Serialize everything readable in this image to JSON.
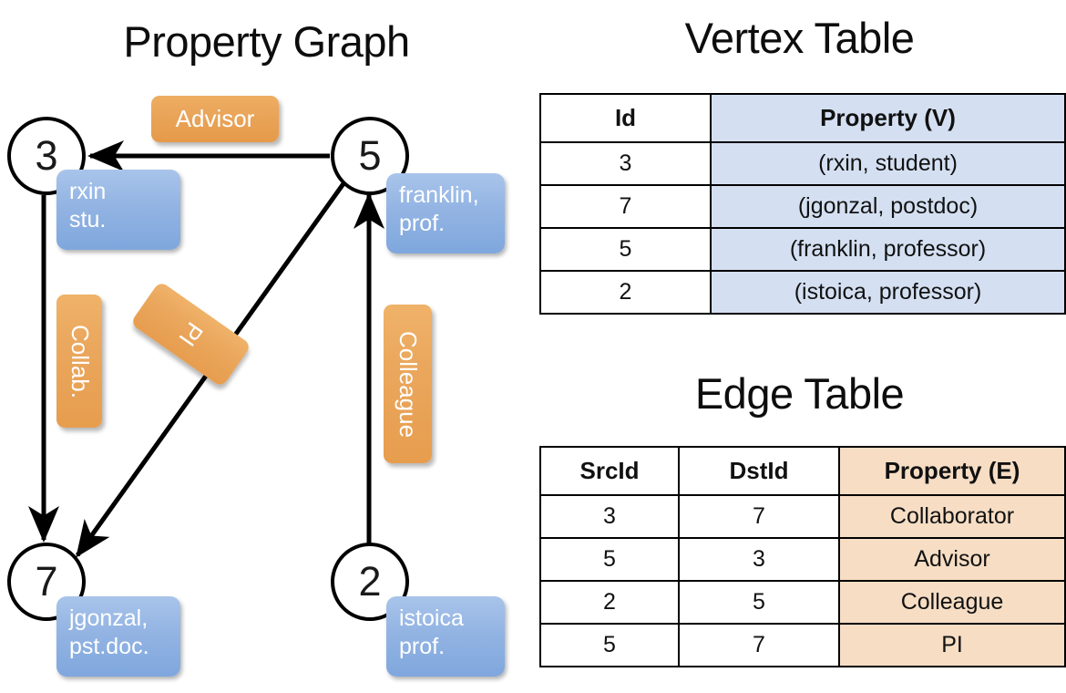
{
  "titles": {
    "property_graph": "Property Graph",
    "vertex_table": "Vertex Table",
    "edge_table": "Edge Table"
  },
  "graph": {
    "vertices": [
      {
        "id": "3",
        "prop_line1": "rxin",
        "prop_line2": "stu."
      },
      {
        "id": "5",
        "prop_line1": "franklin,",
        "prop_line2": "prof."
      },
      {
        "id": "7",
        "prop_line1": "jgonzal,",
        "prop_line2": "pst.doc."
      },
      {
        "id": "2",
        "prop_line1": "istoica",
        "prop_line2": "prof."
      }
    ],
    "edge_labels": [
      {
        "text": "Advisor"
      },
      {
        "text": "Collab."
      },
      {
        "text": "PI"
      },
      {
        "text": "Colleague"
      }
    ],
    "colors": {
      "vertex_box_fill": "#93b4e3",
      "edge_label_fill": "#eaa75d",
      "stroke": "#000000"
    }
  },
  "vertex_table": {
    "headers": [
      "Id",
      "Property (V)"
    ],
    "rows": [
      {
        "id": "3",
        "property": "(rxin, student)"
      },
      {
        "id": "7",
        "property": "(jgonzal, postdoc)"
      },
      {
        "id": "5",
        "property": "(franklin, professor)"
      },
      {
        "id": "2",
        "property": "(istoica, professor)"
      }
    ],
    "property_cell_color": "#d4e0f2"
  },
  "edge_table": {
    "headers": [
      "SrcId",
      "DstId",
      "Property (E)"
    ],
    "rows": [
      {
        "src": "3",
        "dst": "7",
        "property": "Collaborator"
      },
      {
        "src": "5",
        "dst": "3",
        "property": "Advisor"
      },
      {
        "src": "2",
        "dst": "5",
        "property": "Colleague"
      },
      {
        "src": "5",
        "dst": "7",
        "property": "PI"
      }
    ],
    "property_cell_color": "#f6ddc4"
  }
}
